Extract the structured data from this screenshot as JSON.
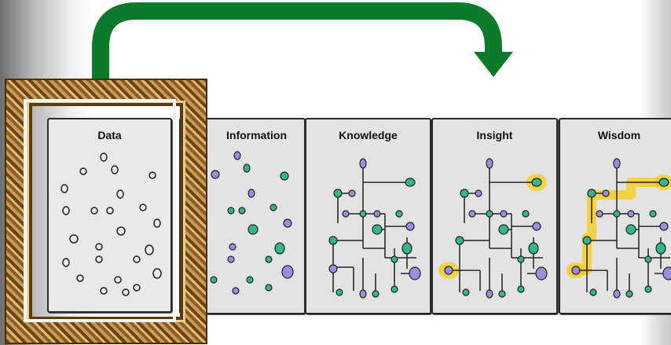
{
  "panels": {
    "data": {
      "title": "Data"
    },
    "information": {
      "title": "Information"
    },
    "knowledge": {
      "title": "Knowledge"
    },
    "insight": {
      "title": "Insight"
    },
    "wisdom": {
      "title": "Wisdom"
    }
  },
  "colors": {
    "arrow": "#0b7a2a",
    "teal_node": "#35b58e",
    "purple_node": "#9d8ce0",
    "highlight": "#f5cd10",
    "frame": "#9b6a2c"
  }
}
